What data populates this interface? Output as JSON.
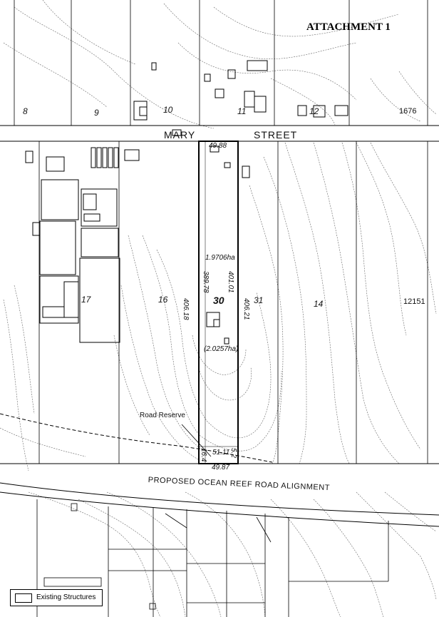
{
  "title": "ATTACHMENT 1",
  "street_name": {
    "word1": "MARY",
    "word2": "STREET"
  },
  "road_alignment": "PROPOSED OCEAN REEF ROAD ALIGNMENT",
  "road_reserve": "Road Reserve",
  "subject_lot": {
    "number": "30",
    "area": "1.9706ha",
    "area_total": "(2.0257ha)",
    "dims": {
      "top": "49.88",
      "bottom": "49.87",
      "left_outer": "406.18",
      "left_inner": "389.78",
      "right_inner": "401.01",
      "right_outer": "406.21",
      "reserve_top": "51.11",
      "reserve_left": "16.4",
      "reserve_right": "5.2"
    }
  },
  "lot_numbers": {
    "l8": "8",
    "l9": "9",
    "l10": "10",
    "l11": "11",
    "l12": "12",
    "l1676": "1676",
    "l16": "16",
    "l17": "17",
    "l31": "31",
    "l14": "14",
    "l12151": "12151"
  },
  "legend": {
    "label": "Existing Structures"
  }
}
